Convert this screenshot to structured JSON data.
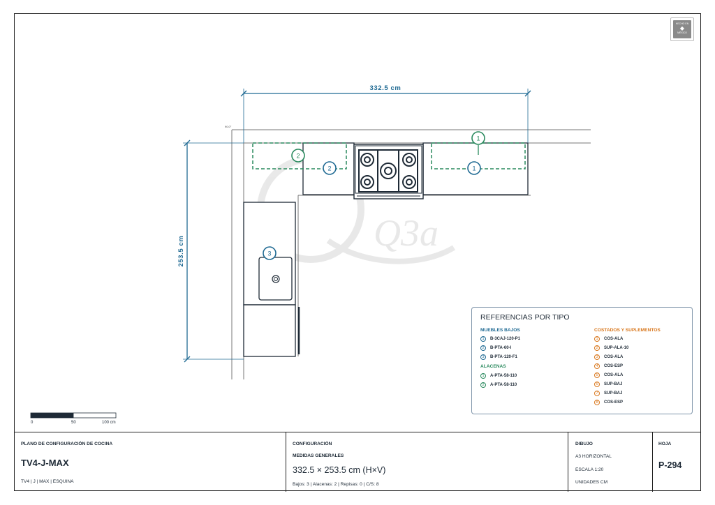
{
  "plan": {
    "dim_width": "332.5 cm",
    "dim_height": "253.5 cm",
    "angle_label": "90.0°",
    "watermark": "Q3a",
    "scale_ticks": [
      "0",
      "50",
      "100 cm"
    ],
    "markers": {
      "b1": "1",
      "b2": "2",
      "b3": "3",
      "a1": "1",
      "a2": "2"
    },
    "badge": {
      "line1": "HECHO EN",
      "line2": "MÉXICO"
    }
  },
  "legend": {
    "title": "REFERENCIAS POR TIPO",
    "bajos_title": "MUEBLES BAJOS",
    "bajos": [
      {
        "n": "1",
        "code": "B-3CAJ-120-P1"
      },
      {
        "n": "2",
        "code": "B-PTA-60-I"
      },
      {
        "n": "3",
        "code": "B-PTA-120-F1"
      }
    ],
    "alacenas_title": "ALACENAS",
    "alacenas": [
      {
        "n": "1",
        "code": "A-PTA-58-110"
      },
      {
        "n": "2",
        "code": "A-PTA-58-110"
      }
    ],
    "costados_title": "COSTADOS Y SUPLEMENTOS",
    "costados": [
      {
        "n": "1",
        "code": "COS-ALA"
      },
      {
        "n": "2",
        "code": "SUP-ALA-10"
      },
      {
        "n": "3",
        "code": "COS-ALA"
      },
      {
        "n": "4",
        "code": "COS-ESP"
      },
      {
        "n": "5",
        "code": "COS-ALA"
      },
      {
        "n": "6",
        "code": "SUP-BAJ"
      },
      {
        "n": "7",
        "code": "SUP-BAJ"
      },
      {
        "n": "8",
        "code": "COS-ESP"
      }
    ]
  },
  "title_block": {
    "plan_label": "PLANO DE CONFIGURACIÓN DE COCINA",
    "model": "TV4-J-MAX",
    "model_sub": "TV4 | J | MAX | ESQUINA",
    "config_label": "CONFIGURACIÓN",
    "measures_label": "MEDIDAS GENERALES",
    "measures": "332.5 × 253.5 cm (H×V)",
    "counts": "Bajos: 3 | Alacenas: 2 | Repisas: 0 | C/S: 8",
    "drawing_label": "DIBUJO",
    "format": "A3 HORIZONTAL",
    "scale": "ESCALA 1:20",
    "units": "UNIDADES CM",
    "sheet_label": "HOJA",
    "sheet": "P-294"
  },
  "colors": {
    "navy": "#1e2a36",
    "dim_blue": "#1f6a93",
    "bajos": "#1f6a93",
    "alacenas": "#2a8a5e",
    "costados": "#d9781e"
  }
}
